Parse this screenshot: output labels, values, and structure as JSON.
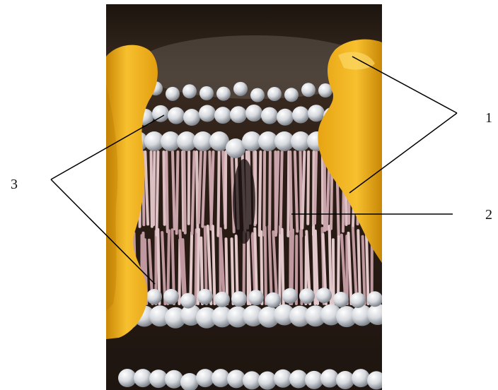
{
  "labels": {
    "one": "1",
    "two": "2",
    "three": "3"
  },
  "colors": {
    "background": "#ffffff",
    "dark_fluid": "#2a1d14",
    "head_light": "#f1f3f6",
    "head_shadow": "#8c9098",
    "tail": "#d8b9bd",
    "protein": "#f3b11c",
    "protein_shadow": "#c98706",
    "leader_line": "#000000"
  }
}
